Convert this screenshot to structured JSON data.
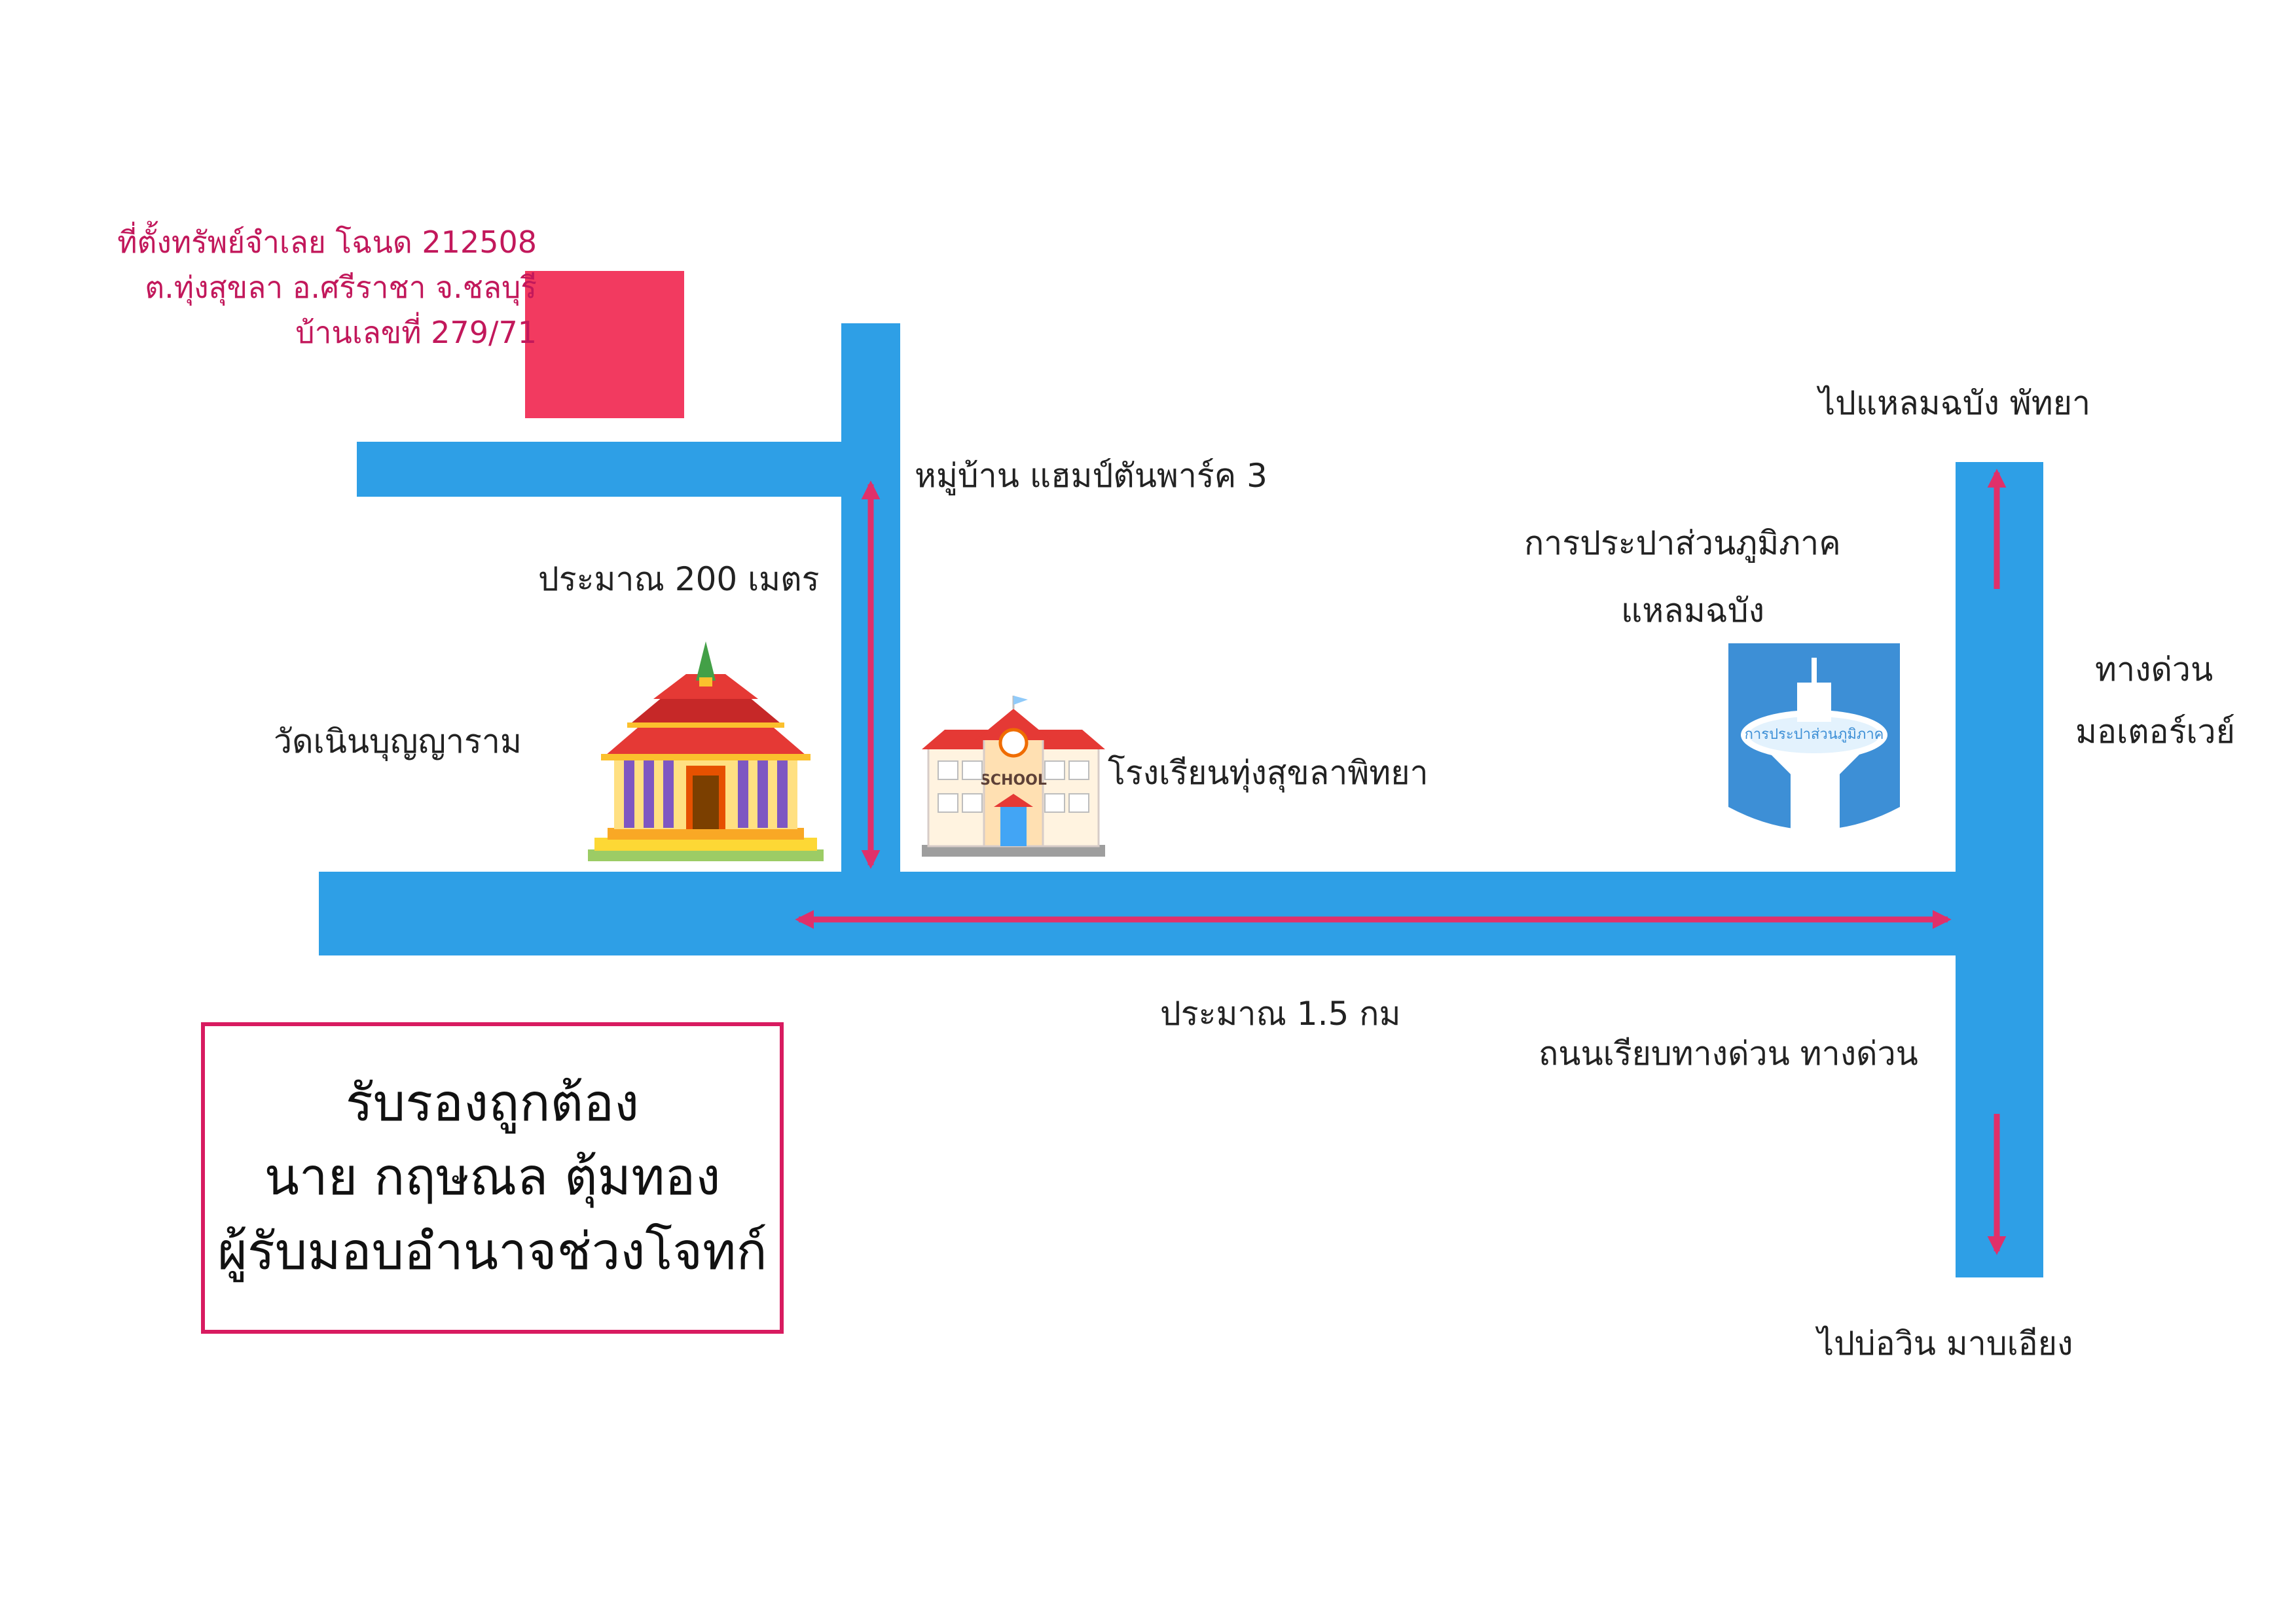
{
  "colors": {
    "road": "#2e9fe6",
    "arrow": "#e0306a",
    "pin": "#f23a60",
    "pin_text": "#c2185b",
    "cert_border": "#d81b60"
  },
  "property": {
    "line1": "ที่ตั้งทรัพย์จำเลย โฉนด 212508",
    "line2": "ต.ทุ่งสุขลา อ.ศรีราชา จ.ชลบุรี",
    "line3": "บ้านเลขที่ 279/71"
  },
  "labels": {
    "village": "หมู่บ้าน แฮมป์ตันพาร์ค 3",
    "distance_200m": "ประมาณ 200 เมตร",
    "temple": "วัดเนินบุญญาราม",
    "school": "โรงเรียนทุ่งสุขลาพิทยา",
    "waterworks_line1": "การประปาส่วนภูมิภาค",
    "waterworks_line2": "แหลมฉบัง",
    "to_north": "ไปแหลมฉบัง พัทยา",
    "motorway_line1": "ทางด่วน",
    "motorway_line2": "มอเตอร์เวย์",
    "distance_15km": "ประมาณ 1.5 กม",
    "frontage_road": "ถนนเรียบทางด่วน ทางด่วน",
    "to_south": "ไปบ่อวิน มาบเอียง"
  },
  "icons": {
    "school_sign": "SCHOOL",
    "waterworks_sign": "การประปาส่วนภูมิภาค",
    "temple": "thai-temple-icon",
    "school": "school-building-icon",
    "waterworks": "water-tower-logo-icon"
  },
  "certificate": {
    "line1": "รับรองถูกต้อง",
    "line2": "นาย กฤษณล ตุ้มทอง",
    "line3": "ผู้รับมอบอำนาจช่วงโจทก์"
  }
}
